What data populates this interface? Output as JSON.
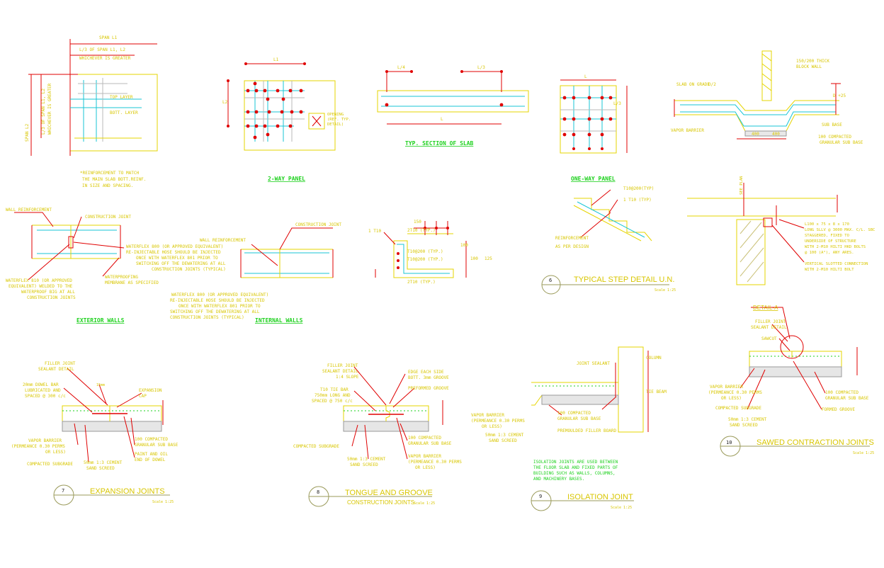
{
  "colors": {
    "background": "#ffffff",
    "outline": "#e6d400",
    "dimension": "#e00000",
    "rebar": "#19c6d6",
    "title": "#1ed11e",
    "annotation": "#d8c600"
  },
  "details": {
    "slab_corner": {
      "dim_span": "SPAN L1",
      "dim_span_frac": "L/3 OF SPAN L1, L2",
      "dim_span_frac2": "WHICHEVER IS GREATER",
      "dim_left": "SPAN L2",
      "dim_left2": "L/3 OF SPAN L1, L2",
      "dim_left3": "WHICHEVER IS GREATER",
      "top_layer": "TOP LAYER",
      "bott_layer": "BOTT. LAYER",
      "note1": "*REINFORCEMENT TO MATCH",
      "note2": "THE MAIN SLAB BOTT.REINF.",
      "note3": "IN SIZE AND SPACING."
    },
    "two_way": {
      "title": "2-WAY PANEL",
      "dim_l1": "L1",
      "dim_l2": "L2",
      "opening": "OPENING",
      "opening2": "(REF. TYP.",
      "opening3": "DETAIL)"
    },
    "slab_section": {
      "title": "TYP. SECTION OF SLAB",
      "dim_l4": "L/4",
      "dim_l3": "L/3",
      "dim_l": "L"
    },
    "one_way": {
      "title": "ONE-WAY PANEL",
      "dim_l": "L",
      "dim_l2": "L/3"
    },
    "slab_on_grade": {
      "wall_note1": "150/200 THICK",
      "wall_note2": "BLOCK WALL",
      "dim_right": "D +25",
      "slab": "SLAB ON GRADE",
      "dim_d": "D/2",
      "vapor": "VAPOR BARRIER",
      "dim_400a": "400",
      "dim_400b": "400",
      "sub_base": "SUB BASE",
      "compacted1": "100 COMPACTED",
      "compacted2": "GRANULAR SUB BASE"
    },
    "exterior_walls": {
      "title": "EXTERIOR WALLS",
      "wall_reinf": "WALL REINFORCEMENT",
      "construction_joint": "CONSTRUCTION JOINT",
      "waterstop1": "WATERFLEX 810 (OR APPROVED",
      "waterstop2": "EQUIVALENT) WELDED TO THE",
      "waterstop3": "WATERPROOF BIG AT ALL",
      "waterstop4": "CONSTRUCTION JOINTS",
      "membrane1": "WATERPROOFING",
      "membrane2": "MEMBRANE AS SPECIFIED",
      "injection1": "WATERFLEX 800 (OR APPROVED EQUIVALENT)",
      "injection2": "RE-INJECTABLE HOSE SHOULD BE INJECTED",
      "injection3": "ONCE WITH WATERFLEX 801 PRIOR TO",
      "injection4": "SWITCHING OFF THE DEWATERING AT ALL",
      "injection5": "CONSTRUCTION JOINTS (TYPICAL)"
    },
    "internal_walls": {
      "title": "INTERNAL WALLS",
      "wall_reinf": "WALL REINFORCEMENT",
      "construction_joint": "CONSTRUCTION JOINT",
      "note1": "WATERFLEX 800 (OR APPROVED EQUIVALENT)",
      "note2": "RE-INJECTABLE HOSE SHOULD BE INJECTED",
      "note3": "ONCE WITH WATERFLEX 801 PRIOR TO",
      "note4": "SWITCHING OFF THE DEWATERING AT ALL",
      "note5": "CONSTRUCTION JOINTS (TYPICAL)"
    },
    "stair_section": {
      "top1": "1 T10",
      "top2": "2T10 (TYP.)",
      "mid1": "T10@200 (TYP.)",
      "mid2": "T10@200 (TYP.)",
      "bot1": "2T10 (TYP.)",
      "dim_a": "150",
      "dim_b": "100",
      "dim_c": "100",
      "dim_d": "125"
    },
    "step_detail": {
      "number": "6",
      "title": "TYPICAL STEP DETAIL U.N.",
      "scale": "Scale 1:25",
      "r1": "T10@200(TYP)",
      "r2": "1 T10 (TYP)",
      "rs1": "REINFORCEMENT",
      "rs2": "AS PER DESIGN"
    },
    "beam_connection": {
      "dim": "SEE PLAN",
      "l1": "L100 x 75 x 8 x 170",
      "l2": "LONG SLLV @ 3000 MAX. C/L. SBC",
      "l3": "STAGGERED, FIXED TO",
      "l4": "UNDERSIDE OF STRUCTURE",
      "l5": "WITH 2-M10 HILTI HKD BOLTS",
      "l6": "@ 100 (A°), ANY ARES.",
      "l7": "VERTICAL SLOTTED CONNECTION",
      "l8": "WITH 2-M10 HILTI BOLT"
    },
    "expansion": {
      "number": "7",
      "title": "EXPANSION JOINTS",
      "scale": "Scale 1:25",
      "filler1": "FILLER JOINT",
      "filler2": "SEALANT DETAIL",
      "dowel1": "20mm DOWEL BAR",
      "dowel2": "LUBRICATED AND",
      "dowel3": "SPACED @ 300 c/c",
      "top1": "15mm",
      "top2": "EXPANSION",
      "top3": "CAP",
      "vapor1": "VAPOR BARRIER",
      "vapor2": "(PERMEANCE 0.30 PERMS",
      "vapor3": "OR LESS)",
      "compacted": "COMPACTED SUBGRADE",
      "sand1": "50mm 1:3 CEMENT",
      "sand2": "SAND SCREED",
      "gran1": "100 COMPACTED",
      "gran2": "GRANULAR SUB BASE",
      "paint1": "PAINT AND OIL",
      "paint2": "END OF DOWEL"
    },
    "tongue_groove": {
      "number": "8",
      "title": "TONGUE AND GROOVE",
      "subtitle": "CONSTRUCTION JOINTS",
      "scale": "Scale 1:25",
      "a1": "FILLER JOINT",
      "a2": "SEALANT DETAIL",
      "a3": "1:4 SLOPE",
      "a4": "T10 TIE BAR",
      "a5": "750mm LONG AND",
      "a6": "SPACED @ 750 c/c",
      "b1": "EDGE EACH SIDE",
      "b2": "BOTT. 3mm GROOVE",
      "b3": "PREFORMED GROOVE",
      "c1": "COMPACTED SUBGRADE",
      "c2": "50mm 1:3 CEMENT",
      "c3": "SAND SCREED",
      "d1": "100 COMPACTED",
      "d2": "GRANULAR SUB BASE",
      "d3": "VAPOR BARRIER",
      "d4": "(PERMEANCE 0.30 PERMS",
      "d5": "OR LESS)"
    },
    "isolation": {
      "number": "9",
      "title": "ISOLATION JOINT",
      "scale": "Scale 1:25",
      "j1": "JOINT SEALANT",
      "col": "COLUMN",
      "beam": "TIE BEAM",
      "v1": "VAPOR BARRIER",
      "v2": "(PERMEANCE 0.30 PERMS",
      "v3": "OR LESS)",
      "s1": "50mm 1:3 CEMENT",
      "s2": "SAND SCREED",
      "g1": "100 COMPACTED",
      "g2": "GRANULAR SUB BASE",
      "f1": "PREMOULDED FILLER BOARD",
      "n1": "ISOLATION JOINTS ARE USED BETWEEN",
      "n2": "THE FLOOR SLAB AND FIXED PARTS OF",
      "n3": "BUILDING SUCH AS WALLS, COLUMNS,",
      "n4": "AND MACHINERY BASES."
    },
    "sawed": {
      "number": "10",
      "title": "SAWED CONTRACTION JOINTS",
      "scale": "Scale 1:25",
      "detail": "DETAIL-A",
      "f1": "FILLER JOINT",
      "f2": "SEALANT DETAIL",
      "sawcut": "SAWCUT",
      "v1": "VAPOR BARRIER",
      "v2": "(PERMEANCE 0.30 PERMS",
      "v3": "OR LESS)",
      "c1": "COMPACTED SUBGRADE",
      "s1": "50mm 1:3 CEMENT",
      "s2": "SAND SCREED",
      "g1": "100 COMPACTED",
      "g2": "GRANULAR SUB BASE",
      "p1": "FORMED GROOVE"
    }
  }
}
